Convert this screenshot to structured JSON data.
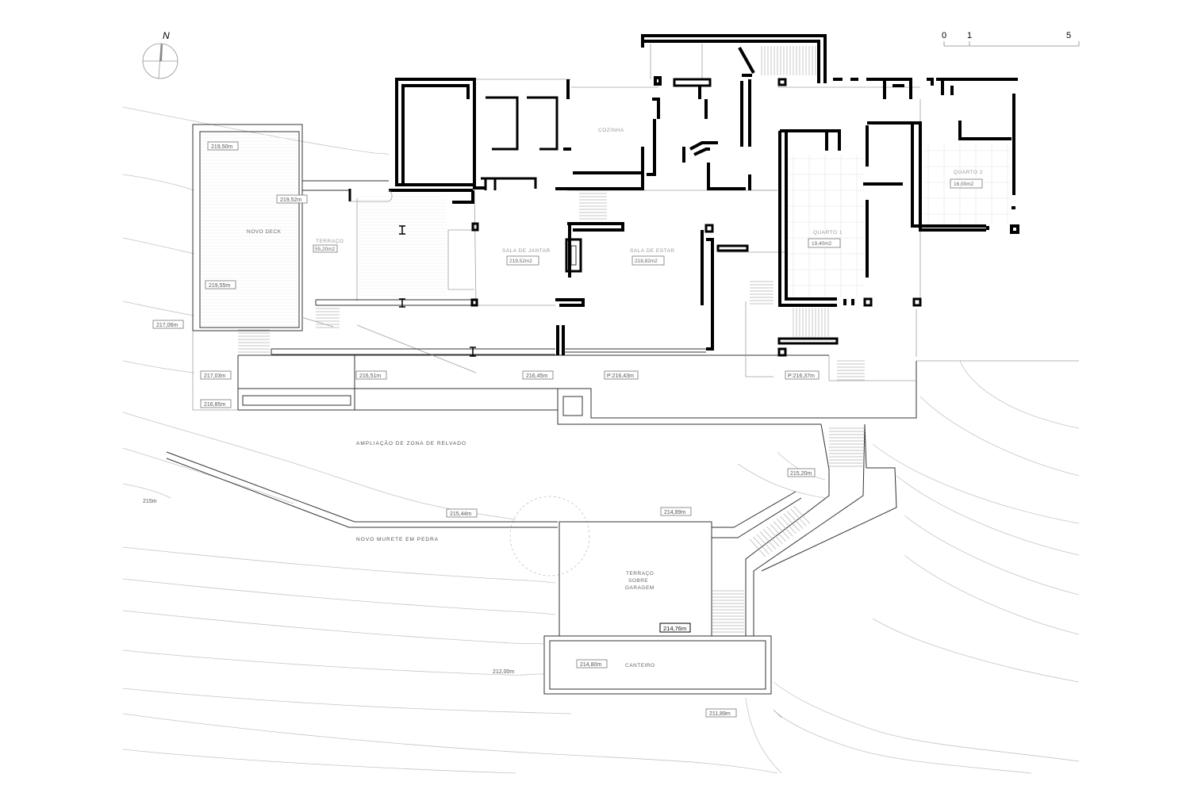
{
  "north": {
    "label": "N"
  },
  "scale_bar": {
    "tick_0": "0",
    "tick_1": "1",
    "tick_5": "5"
  },
  "rooms": {
    "cozinha": {
      "name": "COZINHA"
    },
    "sala_jantar": {
      "name": "SALA DE JANTAR",
      "area": "219,52m2"
    },
    "sala_estar": {
      "name": "SALA DE ESTAR",
      "area": "218,82m2"
    },
    "quarto_1": {
      "name": "QUARTO 1",
      "area": "19,40m2"
    },
    "quarto_2": {
      "name": "QUARTO 2",
      "area": "16,00m2"
    },
    "terraco": {
      "name": "TERRAÇO",
      "area": "55,20m2"
    },
    "novo_deck": {
      "name": "NOVO DECK"
    },
    "terraco_garagem": {
      "line1": "TERRAÇO",
      "line2": "SOBRE",
      "line3": "GARAGEM"
    },
    "canteiro": {
      "name": "CANTEIRO"
    }
  },
  "annotations": {
    "relvado": "AMPLIAÇÃO DE ZONA DE RELVADO",
    "murete": "NOVO MURETE EM PEDRA"
  },
  "levels": {
    "deck_top": "219,50m",
    "deck_edge": "219,52m",
    "deck_bottom": "219,55m",
    "west": "217,06m",
    "sw_upper": "217,03m",
    "sw_lower": "216,85m",
    "terrace_a": "216,51m",
    "terrace_b": "216,45m",
    "terrace_c": "P:216,43m",
    "terrace_d": "P:216,37m",
    "path": "215,20m",
    "murete": "215,44m",
    "garage_top": "214,89m",
    "garage_main": "214,76m",
    "canteiro": "214,80m",
    "contour_215": "215m",
    "contour_212": "212,00m",
    "bottom": "211,89m"
  }
}
